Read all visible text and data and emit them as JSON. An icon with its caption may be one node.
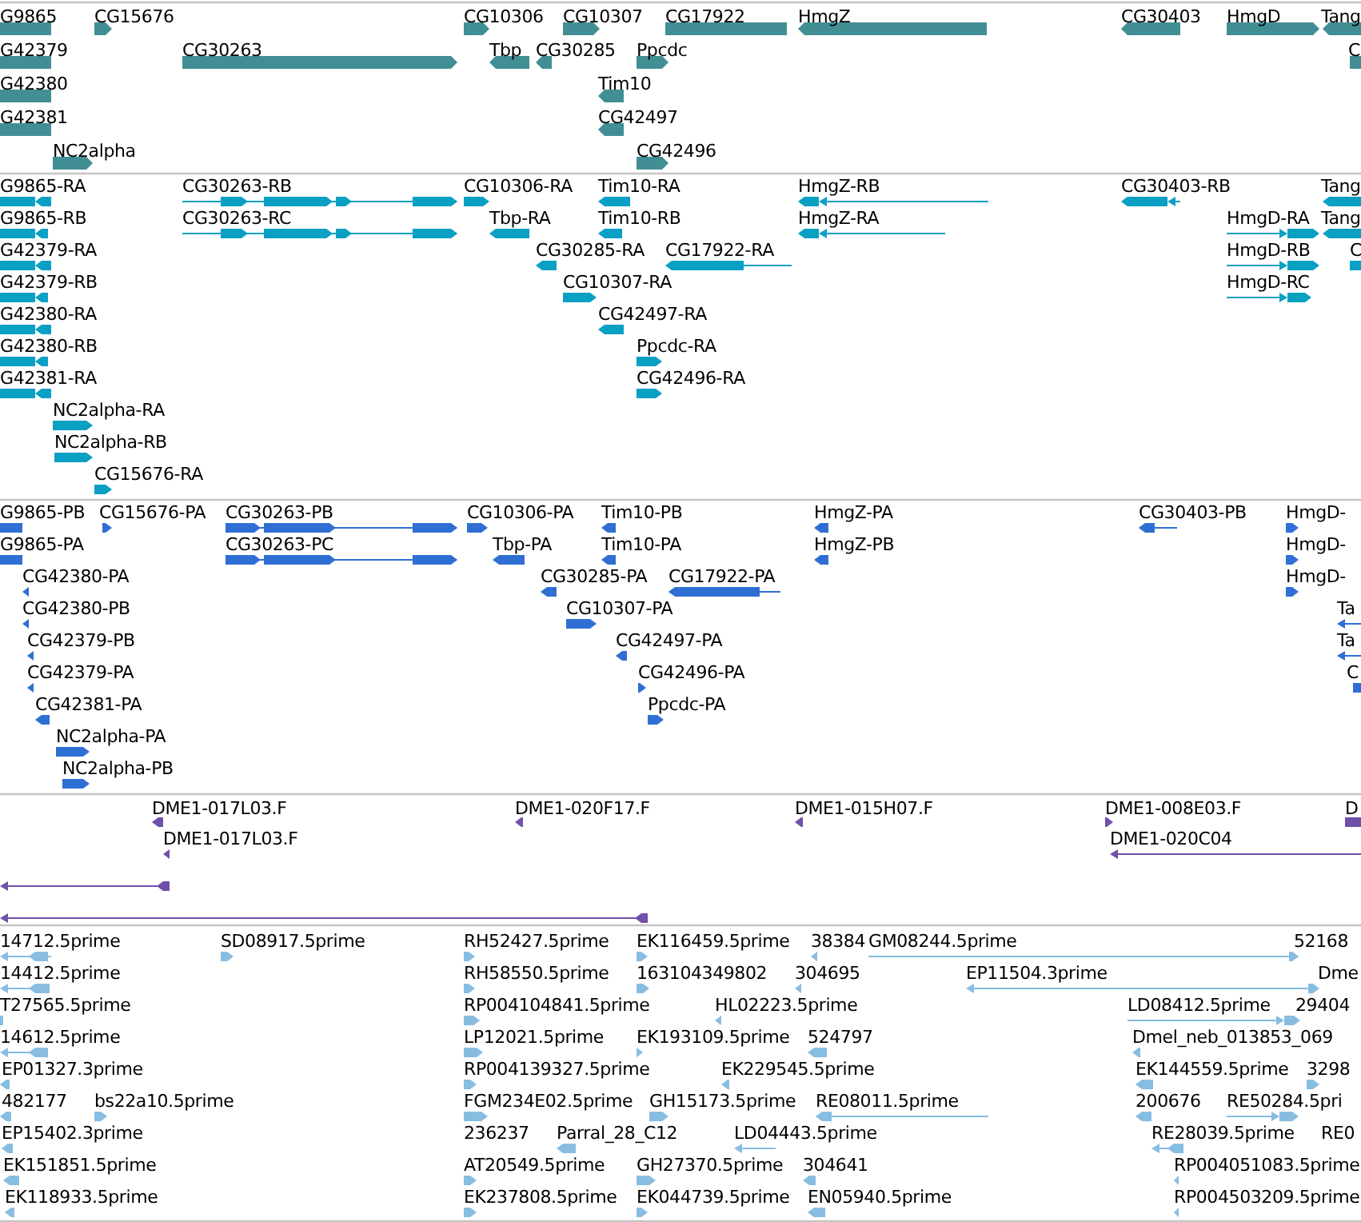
{
  "diagram": {
    "labels": [
      "G9865",
      "CG15676",
      "CG10306",
      "CG10307",
      "CG17922",
      "HmgZ",
      "CG30403",
      "HmgD",
      "Tang",
      "G42379",
      "CG30263",
      "Tbp",
      "CG30285",
      "Ppcdc",
      "C",
      "G42380",
      "Tim10",
      "G42381",
      "CG42497",
      "NC2alpha",
      "CG42496",
      "G9865-RA",
      "CG30263-RB",
      "CG10306-RA",
      "Tim10-RA",
      "HmgZ-RB",
      "CG30403-RB",
      "Tang",
      "G9865-RB",
      "CG30263-RC",
      "Tbp-RA",
      "Tim10-RB",
      "HmgZ-RA",
      "HmgD-RA",
      "Tang",
      "G42379-RA",
      "CG30285-RA",
      "CG17922-RA",
      "HmgD-RB",
      "C",
      "G42379-RB",
      "CG10307-RA",
      "HmgD-RC",
      "G42380-RA",
      "CG42497-RA",
      "G42380-RB",
      "Ppcdc-RA",
      "G42381-RA",
      "CG42496-RA",
      "NC2alpha-RA",
      "NC2alpha-RB",
      "CG15676-RA",
      "G9865-PB",
      "CG15676-PA",
      "CG30263-PB",
      "CG10306-PA",
      "Tim10-PB",
      "HmgZ-PA",
      "CG30403-PB",
      "HmgD-",
      "G9865-PA",
      "CG30263-PC",
      "Tbp-PA",
      "Tim10-PA",
      "HmgZ-PB",
      "HmgD-",
      "CG42380-PA",
      "CG30285-PA",
      "CG17922-PA",
      "HmgD-",
      "CG42380-PB",
      "CG10307-PA",
      "Ta",
      "CG42379-PB",
      "CG42497-PA",
      "Ta",
      "CG42379-PA",
      "CG42496-PA",
      "C",
      "CG42381-PA",
      "Ppcdc-PA",
      "NC2alpha-PA",
      "NC2alpha-PB",
      "DME1-017L03.F",
      "DME1-020F17.F",
      "DME1-015H07.F",
      "DME1-008E03.F",
      "D",
      "DME1-017L03.F",
      "DME1-020C04",
      "14712.5prime",
      "SD08917.5prime",
      "RH52427.5prime",
      "EK116459.5prime",
      "38384",
      "GM08244.5prime",
      "52168",
      "14412.5prime",
      "RH58550.5prime",
      "163104349802",
      "304695",
      "EP11504.3prime",
      "Dme",
      "T27565.5prime",
      "RP004104841.5prime",
      "HL02223.5prime",
      "LD08412.5prime",
      "29404",
      "14612.5prime",
      "LP12021.5prime",
      "EK193109.5prime",
      "524797",
      "Dmel_neb_013853_069",
      "EP01327.3prime",
      "RP004139327.5prime",
      "EK229545.5prime",
      "EK144559.5prime",
      "3298",
      "482177",
      "bs22a10.5prime",
      "FGM234E02.5prime",
      "GH15173.5prime",
      "RE08011.5prime",
      "200676",
      "RE50284.5pri",
      "EP15402.3prime",
      "236237",
      "Parral_28_C12",
      "LD04443.5prime",
      "RE28039.5prime",
      "RE0",
      "EK151851.5prime",
      "AT20549.5prime",
      "GH27370.5prime",
      "304641",
      "RP004051083.5prime",
      "EK118933.5prime",
      "EK237808.5prime",
      "EK044739.5prime",
      "EN05940.5prime",
      "RP004503209.5prime"
    ]
  }
}
